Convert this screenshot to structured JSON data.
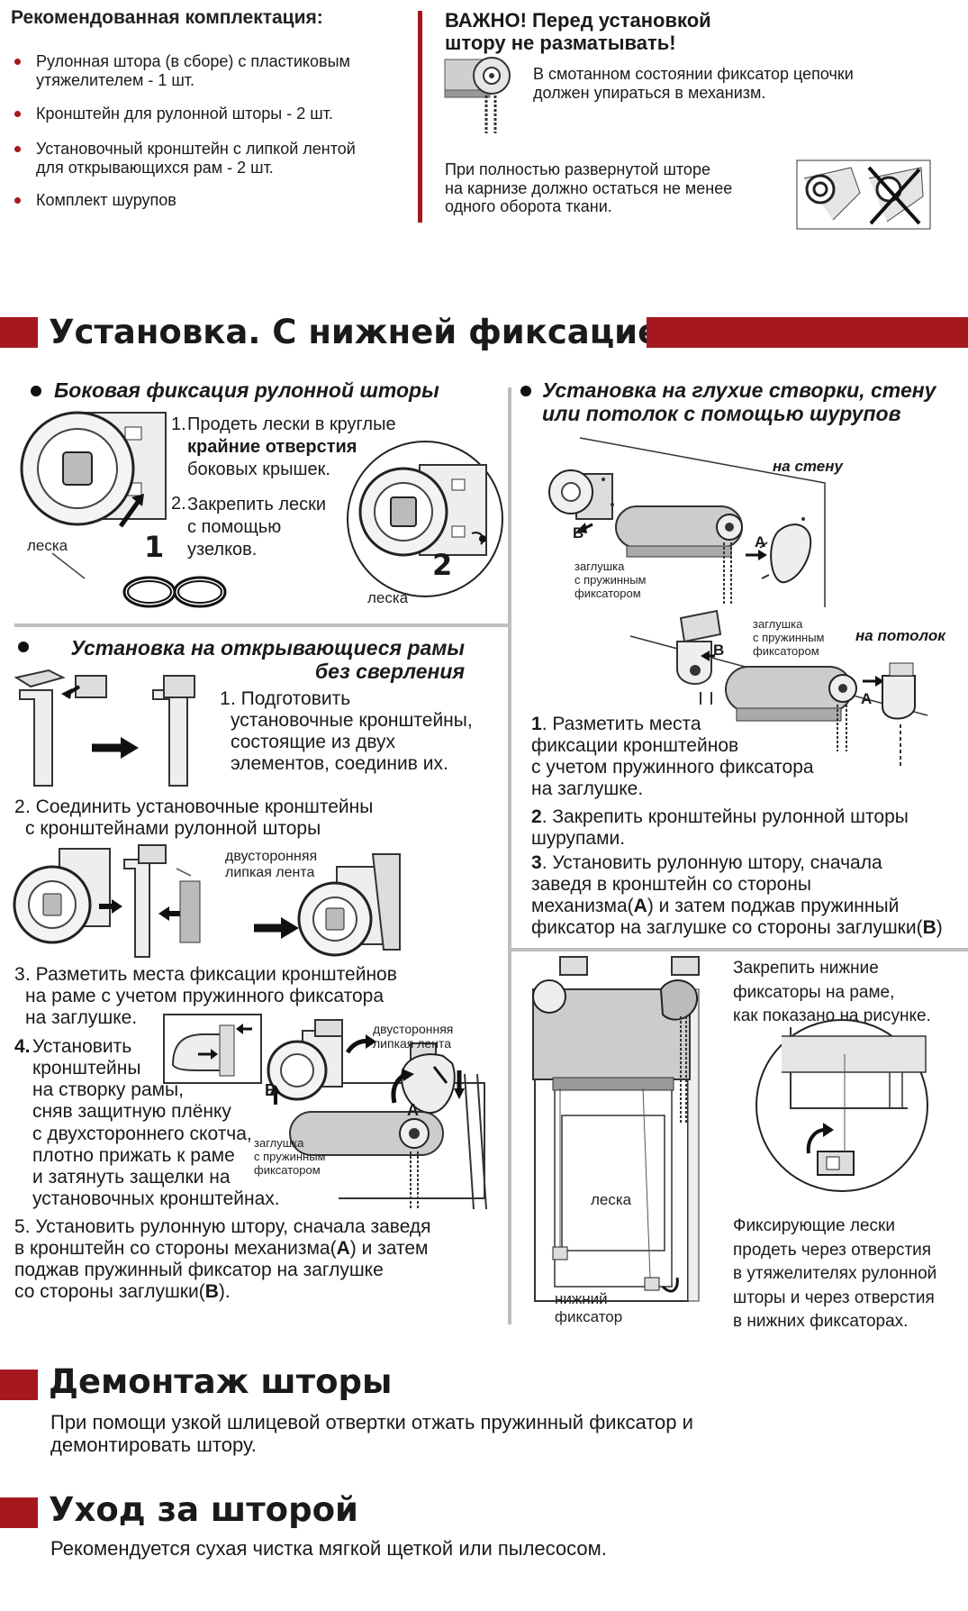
{
  "kit": {
    "title": "Рекомендованная комплектация:",
    "items": [
      "Рулонная штора (в сборе) с пластиковым\nутяжелителем - 1 шт.",
      "Кронштейн для рулонной шторы - 2 шт.",
      "Установочный кронштейн с липкой лентой\nдля открывающихся рам - 2 шт.",
      "Комплект шурупов"
    ]
  },
  "important": {
    "title": "ВАЖНО!  Перед установкой\nштору не разматывать!",
    "note1": "В смотанном состоянии фиксатор цепочки\nдолжен упираться в механизм.",
    "note2": "При полностью развернутой шторе\nна карнизе должно остаться не менее\nодного оборота ткани."
  },
  "install": {
    "title": "Установка. С нижней фиксацией.",
    "side": {
      "title": "Боковая фиксация рулонной шторы",
      "step1_num": "1.",
      "step1_a": "Продеть лески в круглые",
      "step1_b": "крайние отверстия",
      "step1_c": "боковых крышек.",
      "step2_num": "2.",
      "step2": "Закрепить лески\nс помощью\nузелков.",
      "label_line": "леска",
      "label_line2": "леска",
      "num1": "1",
      "num2": "2"
    },
    "open_frame": {
      "title": "Установка на открывающиеся рамы\nбез сверления",
      "step1_num": "1",
      "step1": ". Подготовить\nустановочные кронштейны,\nсостоящие из двух\nэлементов, соединив их.",
      "step2_num": "2",
      "step2": ". Соединить установочные кронштейны\nс кронштейнами рулонной шторы",
      "tape": "двусторонняя\nлипкая лента",
      "step3_num": "3",
      "step3": ". Разметить места фиксации кронштейнов\nна раме с учетом пружинного фиксатора\nна заглушке.",
      "step4_num": "4.",
      "step4": " Установить\nкронштейны\nна створку рамы,\nсняв защитную плёнку\nс двухстороннего скотча,\nплотно прижать к раме\nи затянуть защелки на\nустановочных кронштейнах.",
      "tape2": "двусторонняя\nлипкая лента",
      "plug": "заглушка\nс пружинным\nфиксатором",
      "label_a": "A",
      "label_b": "B",
      "step5_num": "5",
      "step5_a": ". Установить рулонную штору, сначала заведя\nв кронштейн со стороны механизма(",
      "step5_A": "A",
      "step5_b": ") и затем\nподжав пружинный фиксатор на заглушке\nсо стороны заглушки(",
      "step5_B": "B",
      "step5_c": ")."
    },
    "screws": {
      "title": "Установка на глухие створки, стену\nили потолок с помощью шурупов",
      "wall": "на стену",
      "ceiling": "на потолок",
      "plug1": "заглушка\nс пружинным\nфиксатором",
      "plug2": "заглушка\nс пружинным\nфиксатором",
      "label_a": "A",
      "label_b": "B",
      "step1_num": "1",
      "step1": ". Разметить места\nфиксации кронштейнов\nс учетом пружинного фиксатора\nна заглушке.",
      "step2_num": "2",
      "step2": ". Закрепить кронштейны рулонной шторы\nшурупами.",
      "step3_num": "3",
      "step3_a": ". Установить рулонную штору, сначала\nзаведя в кронштейн со стороны\nмеханизма(",
      "step3_A": "A",
      "step3_b": ") и затем поджав пружинный\nфиксатор на заглушке со стороны заглушки(",
      "step3_B": "B",
      "step3_c": ")"
    },
    "bottom": {
      "text1": "Закрепить нижние\nфиксаторы на раме,\nкак показано на рисунке.",
      "line": "леска",
      "fixer": "нижний\nфиксатор",
      "text2": "Фиксирующие лески\nпродеть через отверстия\nв утяжелителях рулонной\nшторы и через отверстия\nв нижних фиксаторах."
    }
  },
  "dismantle": {
    "title": "Демонтаж шторы",
    "text": "При помощи узкой шлицевой отвертки отжать пружинный фиксатор и\nдемонтировать штору."
  },
  "care": {
    "title": "Уход за шторой",
    "text": "Рекомендуется сухая чистка мягкой щеткой или пылесосом."
  }
}
